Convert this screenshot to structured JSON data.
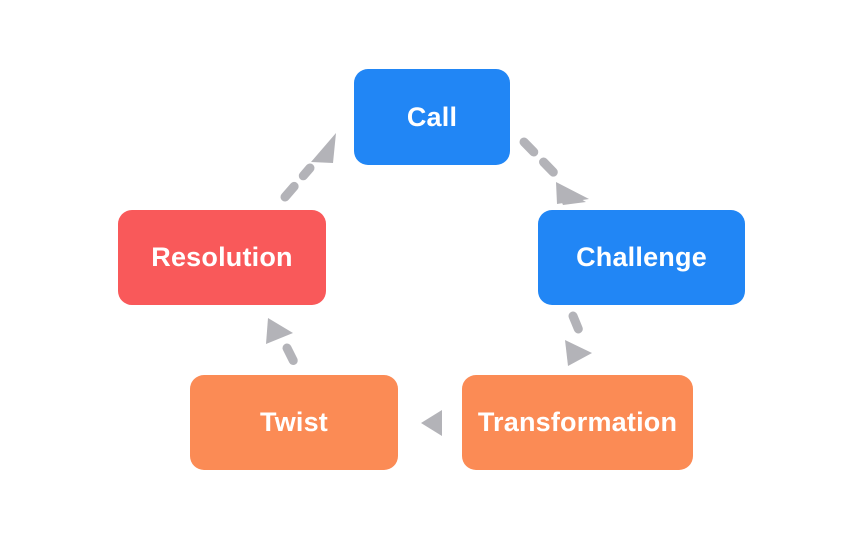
{
  "diagram": {
    "type": "cycle-flow-diagram",
    "background_color": "#ffffff",
    "connector_color": "#b3b3b8",
    "connector_style": "dashed",
    "nodes": [
      {
        "id": "call",
        "label": "Call",
        "color": "#2186f5",
        "text_color": "#ffffff"
      },
      {
        "id": "challenge",
        "label": "Challenge",
        "color": "#2186f5",
        "text_color": "#ffffff"
      },
      {
        "id": "transformation",
        "label": "Transformation",
        "color": "#fb8b55",
        "text_color": "#ffffff"
      },
      {
        "id": "twist",
        "label": "Twist",
        "color": "#fb8b55",
        "text_color": "#ffffff"
      },
      {
        "id": "resolution",
        "label": "Resolution",
        "color": "#f9595a",
        "text_color": "#ffffff"
      }
    ],
    "edges": [
      {
        "from": "call",
        "to": "challenge",
        "direction": "down-right"
      },
      {
        "from": "challenge",
        "to": "transformation",
        "direction": "down-right"
      },
      {
        "from": "transformation",
        "to": "twist",
        "direction": "left"
      },
      {
        "from": "twist",
        "to": "resolution",
        "direction": "up-right"
      },
      {
        "from": "resolution",
        "to": "call",
        "direction": "up-right"
      }
    ]
  }
}
